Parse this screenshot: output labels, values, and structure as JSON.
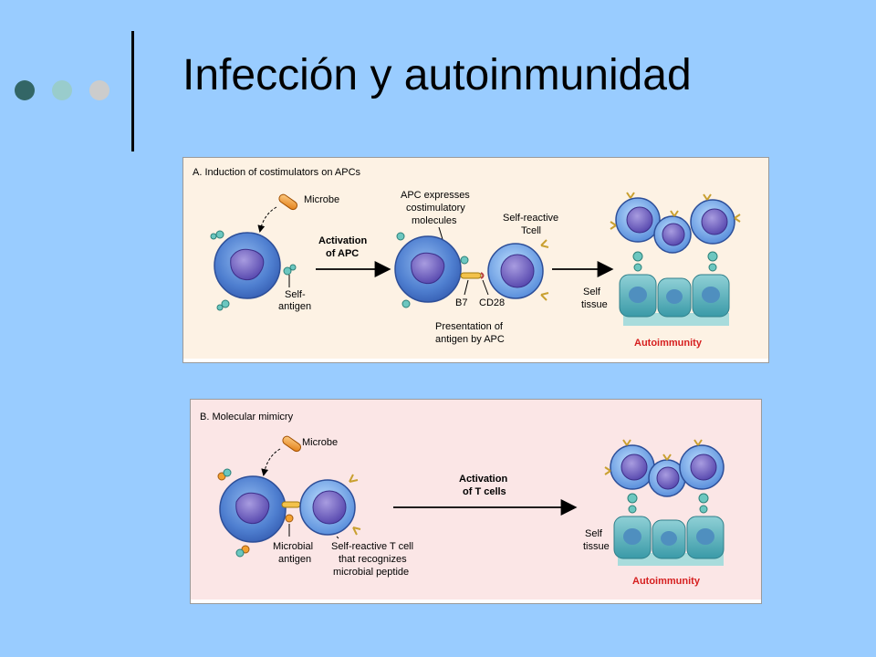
{
  "slide": {
    "title": "Infección y autoinmunidad"
  },
  "colors": {
    "background": "#99ccff",
    "dot_dark": "#336666",
    "dot_mid": "#99cccc",
    "dot_light": "#cccccc",
    "autoimmunity_text": "#d62020"
  },
  "panel_a": {
    "heading": "A. Induction of costimulators on APCs",
    "microbe": "Microbe",
    "self_antigen_1": "Self-",
    "self_antigen_2": "antigen",
    "activation_1": "Activation",
    "activation_2": "of APC",
    "apc_expresses_1": "APC expresses",
    "apc_expresses_2": "costimulatory",
    "apc_expresses_3": "molecules",
    "self_reactive_1": "Self-reactive",
    "self_reactive_2": "Tcell",
    "b7": "B7",
    "cd28": "CD28",
    "presentation_1": "Presentation of",
    "presentation_2": "antigen by APC",
    "self_tissue_1": "Self",
    "self_tissue_2": "tissue",
    "autoimmunity": "Autoimmunity"
  },
  "panel_b": {
    "heading": "B. Molecular mimicry",
    "microbe": "Microbe",
    "activation_1": "Activation",
    "activation_2": "of T cells",
    "microbial_antigen_1": "Microbial",
    "microbial_antigen_2": "antigen",
    "self_reactive_1": "Self-reactive T cell",
    "self_reactive_2": "that recognizes",
    "self_reactive_3": "microbial peptide",
    "self_tissue_1": "Self",
    "self_tissue_2": "tissue",
    "autoimmunity": "Autoimmunity"
  }
}
